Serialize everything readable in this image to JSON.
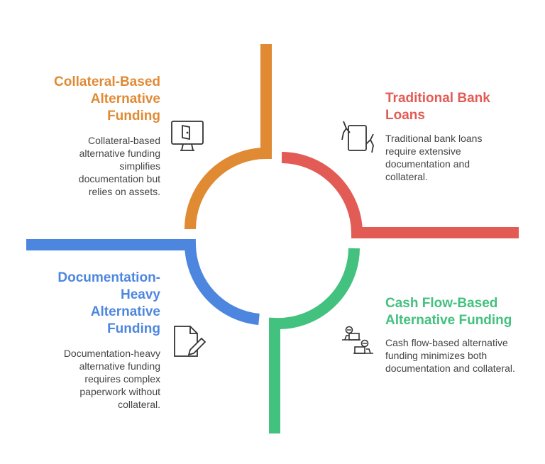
{
  "colors": {
    "orange": "#E08A34",
    "red": "#E35B55",
    "green": "#43C17E",
    "blue": "#4D86DF",
    "text": "#444444",
    "icon": "#333333"
  },
  "quadrants": {
    "collateral": {
      "title_lines": [
        "Collateral-Based",
        "Alternative",
        "Funding"
      ],
      "description": "Collateral-based alternative funding simplifies documentation but relies on assets.",
      "icon": "monitor-device-icon"
    },
    "traditional": {
      "title_lines": [
        "Traditional Bank",
        "Loans"
      ],
      "description": "Traditional bank loans require extensive documentation and collateral.",
      "icon": "hands-holding-document-icon"
    },
    "documentation": {
      "title_lines": [
        "Documentation-",
        "Heavy",
        "Alternative",
        "Funding"
      ],
      "description": "Documentation-heavy alternative funding requires complex paperwork without collateral.",
      "icon": "document-pen-icon"
    },
    "cashflow": {
      "title_lines": [
        "Cash Flow-Based",
        "Alternative Funding"
      ],
      "description": "Cash flow-based alternative funding minimizes both documentation and collateral.",
      "icon": "people-laptops-icon"
    }
  }
}
